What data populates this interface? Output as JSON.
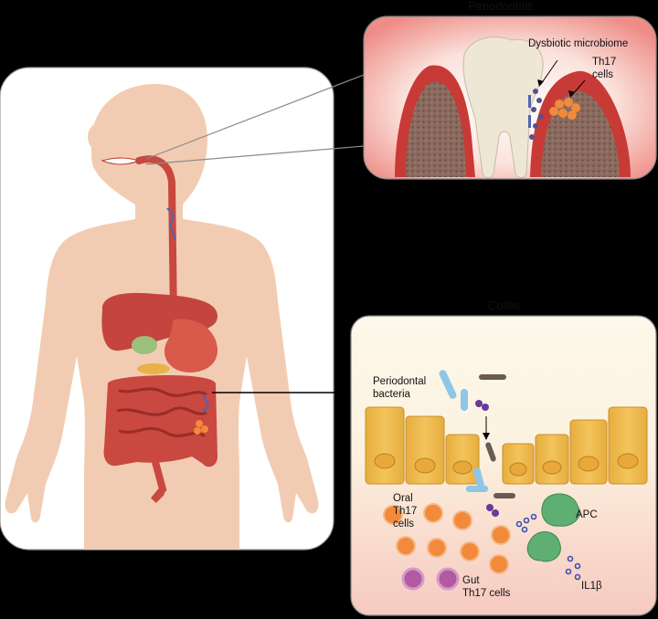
{
  "titles": {
    "periodontitis": "Periodontitis",
    "colitis": "Colitis"
  },
  "periodontitis_labels": {
    "dysbiotic": "Dysbiotic microbiome",
    "th17_line1": "Th17",
    "th17_line2": "cells"
  },
  "colitis_labels": {
    "periodontal_line1": "Periodontal",
    "periodontal_line2": "bacteria",
    "oral_line1": "Oral",
    "oral_line2": "Th17",
    "oral_line3": "cells",
    "apc": "APC",
    "il1b": "IL1β",
    "gut_line1": "Gut",
    "gut_line2": "Th17 cells"
  },
  "colors": {
    "background": "#000000",
    "body": "#f2ccb2",
    "gingiva": "#c83a36",
    "tooth": "#efe7d6",
    "epithelium": "#e8b44a",
    "th17": "#f28a3c",
    "apc": "#5fae72",
    "gut_th17": "#b25aa0",
    "il1b": "#3b4fb0"
  }
}
